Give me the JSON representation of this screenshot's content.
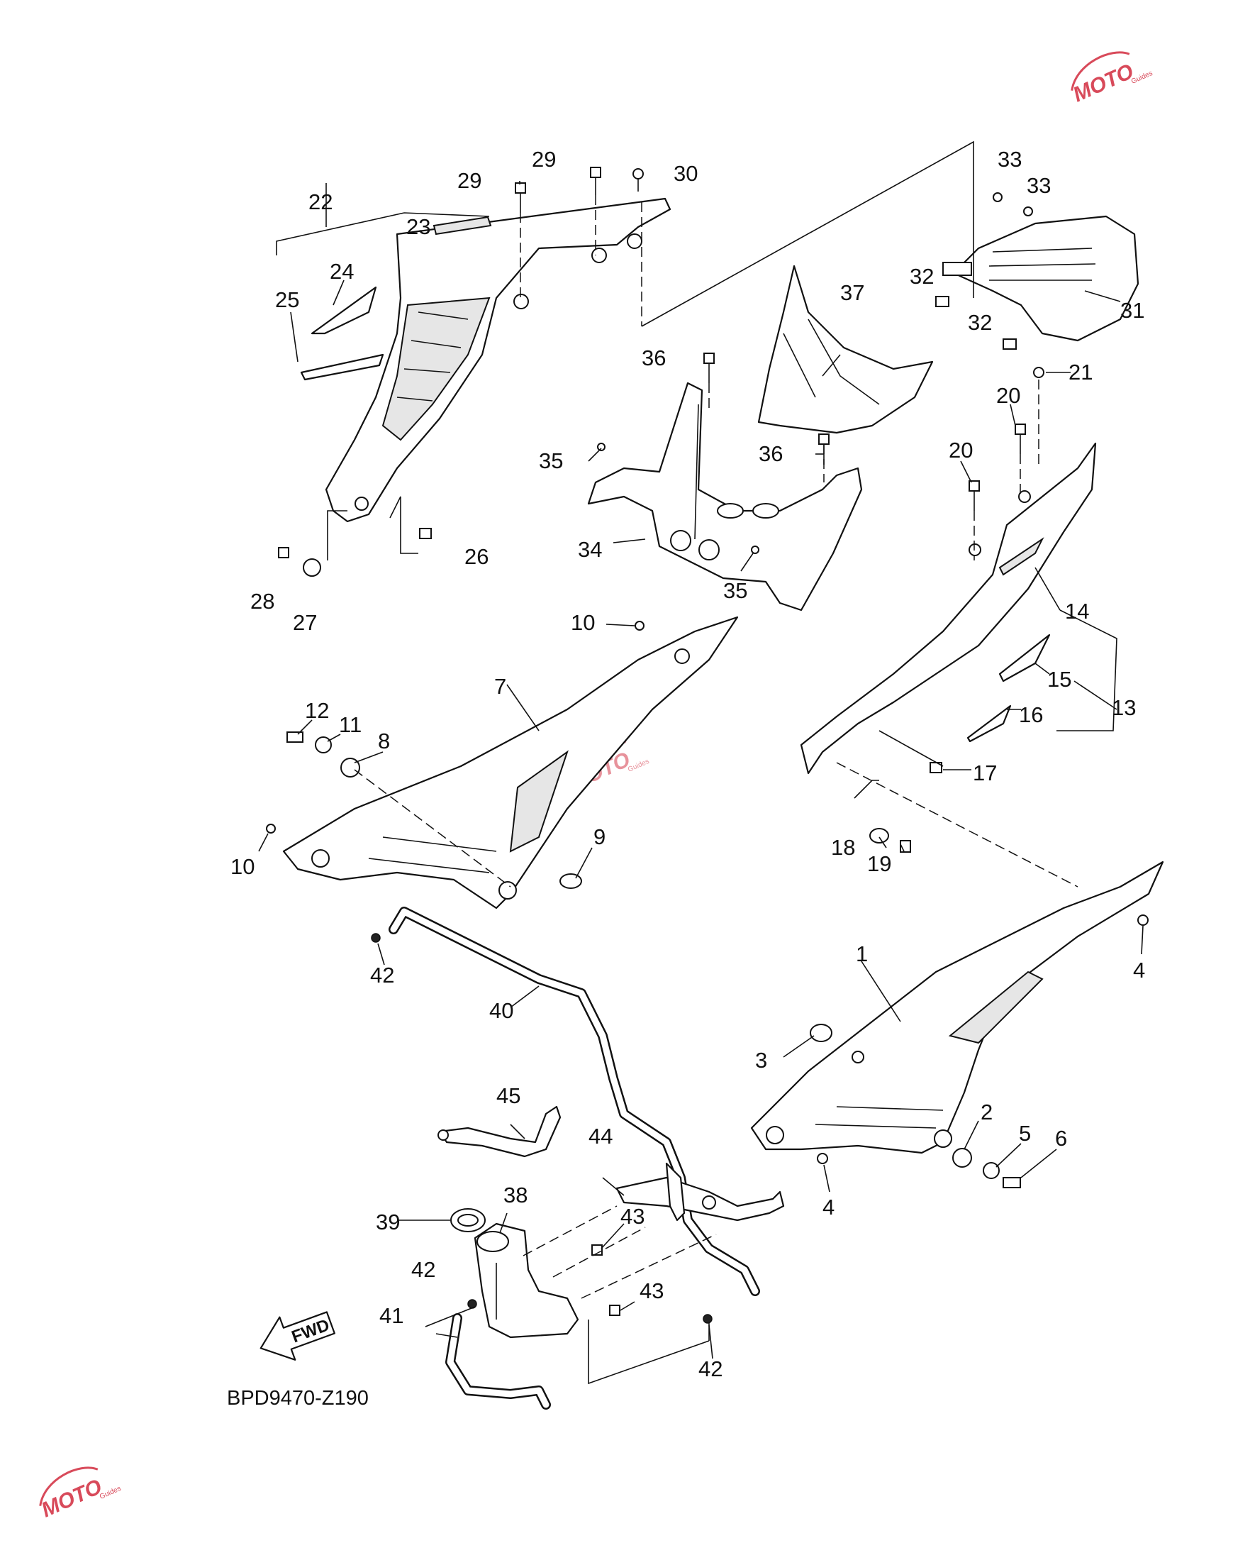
{
  "diagram": {
    "callouts": [
      "1",
      "2",
      "3",
      "4",
      "4",
      "5",
      "6",
      "7",
      "8",
      "9",
      "10",
      "10",
      "11",
      "12",
      "13",
      "14",
      "15",
      "16",
      "17",
      "18",
      "19",
      "20",
      "20",
      "21",
      "22",
      "23",
      "24",
      "25",
      "26",
      "27",
      "28",
      "29",
      "29",
      "30",
      "31",
      "32",
      "32",
      "33",
      "33",
      "34",
      "35",
      "35",
      "36",
      "36",
      "37",
      "38",
      "39",
      "40",
      "41",
      "42",
      "42",
      "42",
      "43",
      "43",
      "44",
      "45"
    ],
    "direction_label": "FWD",
    "diagram_code": "BPD9470-Z190"
  },
  "watermark": {
    "logo_text": "MOTO",
    "logo_subtext": "Guides",
    "color": "#d84a5a"
  }
}
